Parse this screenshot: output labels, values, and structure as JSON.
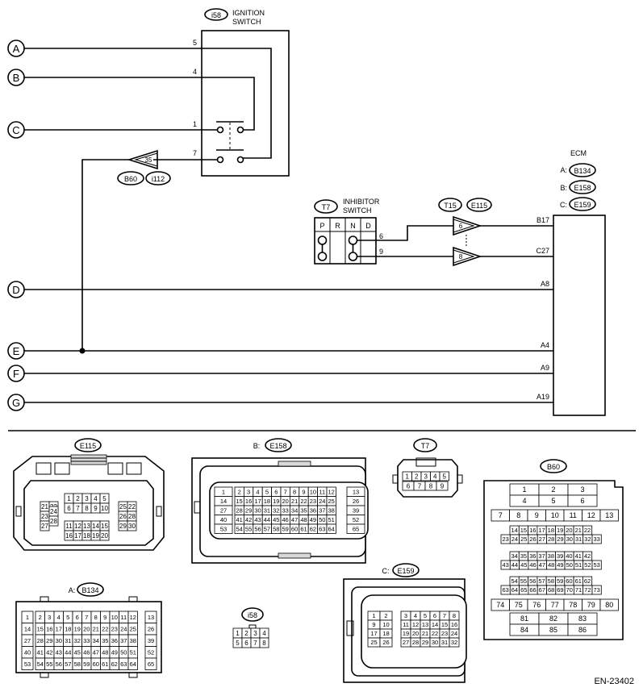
{
  "terminals": [
    "A",
    "B",
    "C",
    "D",
    "E",
    "F",
    "G"
  ],
  "ignition": {
    "code": "i58",
    "name1": "IGNITION",
    "name2": "SWITCH",
    "pins": [
      "5",
      "4",
      "1",
      "7"
    ]
  },
  "connector35": {
    "pin": "35",
    "codes": [
      "B60",
      "i112"
    ]
  },
  "inhibitor": {
    "code": "T7",
    "name1": "INHIBITOR",
    "name2": "SWITCH",
    "positions": [
      "P",
      "R",
      "N",
      "D"
    ],
    "pins": [
      "6",
      "9"
    ]
  },
  "t15": {
    "codes": [
      "T15",
      "E115"
    ],
    "pins": [
      "6",
      "8"
    ]
  },
  "ecm": {
    "title": "ECM",
    "rows": [
      {
        "prefix": "A:",
        "code": "B134"
      },
      {
        "prefix": "B:",
        "code": "E158"
      },
      {
        "prefix": "C:",
        "code": "E159"
      }
    ],
    "pins": [
      "B17",
      "C27",
      "A8",
      "A4",
      "A9",
      "A19"
    ]
  },
  "connectors": {
    "e115": {
      "title": "E115",
      "top": [
        "1",
        "2",
        "3",
        "4",
        "5"
      ],
      "mid": [
        "6",
        "7",
        "8",
        "9",
        "10"
      ],
      "left": [
        "21",
        "22",
        "23",
        "24",
        "27",
        "28"
      ],
      "right": [
        "25",
        "22",
        "26",
        "28",
        "29",
        "30"
      ],
      "bottom": [
        "11",
        "12",
        "13",
        "14",
        "15",
        "16",
        "17",
        "18",
        "19",
        "20"
      ]
    },
    "e158": {
      "prefix": "B:",
      "title": "E158",
      "r1": [
        "1",
        "2",
        "3",
        "4",
        "5",
        "6",
        "7",
        "8",
        "9",
        "10",
        "11",
        "12",
        "13"
      ],
      "r2": [
        "14",
        "15",
        "16",
        "17",
        "18",
        "19",
        "20",
        "21",
        "22",
        "23",
        "24",
        "25",
        "26"
      ],
      "r3": [
        "27",
        "28",
        "29",
        "30",
        "31",
        "32",
        "33",
        "34",
        "35",
        "36",
        "37",
        "38",
        "39"
      ],
      "r4": [
        "40",
        "41",
        "42",
        "43",
        "44",
        "45",
        "46",
        "47",
        "48",
        "49",
        "50",
        "51",
        "52"
      ],
      "r5": [
        "53",
        "54",
        "55",
        "56",
        "57",
        "58",
        "59",
        "60",
        "61",
        "62",
        "63",
        "64",
        "65"
      ]
    },
    "t7": {
      "title": "T7",
      "r1": [
        "1",
        "2",
        "3",
        "4",
        "5"
      ],
      "r2": [
        "6",
        "7",
        "8",
        "9"
      ]
    },
    "b60": {
      "title": "B60",
      "r1": [
        "1",
        "2",
        "3"
      ],
      "r2": [
        "4",
        "5",
        "6"
      ],
      "r3": [
        "7",
        "8",
        "9",
        "10",
        "11",
        "12",
        "13"
      ],
      "r4": [
        "14",
        "15",
        "16",
        "17",
        "18",
        "19",
        "20",
        "21",
        "22"
      ],
      "r5": [
        "23",
        "24",
        "25",
        "26",
        "27",
        "28",
        "29",
        "30",
        "31",
        "32",
        "33"
      ],
      "r6": [
        "34",
        "35",
        "36",
        "37",
        "38",
        "39",
        "40",
        "41",
        "42"
      ],
      "r7": [
        "43",
        "44",
        "45",
        "46",
        "47",
        "48",
        "49",
        "50",
        "51",
        "52",
        "53"
      ],
      "r8": [
        "54",
        "55",
        "56",
        "57",
        "58",
        "59",
        "60",
        "61",
        "62"
      ],
      "r9": [
        "63",
        "64",
        "65",
        "66",
        "67",
        "68",
        "69",
        "70",
        "71",
        "72",
        "73"
      ],
      "r10": [
        "74",
        "75",
        "76",
        "77",
        "78",
        "79",
        "80"
      ],
      "r11": [
        "81",
        "82",
        "83"
      ],
      "r12": [
        "84",
        "85",
        "86"
      ]
    },
    "b134": {
      "prefix": "A:",
      "title": "B134"
    },
    "i58": {
      "title": "i58",
      "r1": [
        "1",
        "2",
        "3",
        "4"
      ],
      "r2": [
        "5",
        "6",
        "7",
        "8"
      ]
    },
    "e159": {
      "prefix": "C:",
      "title": "E159",
      "r1": [
        "1",
        "2",
        "3",
        "4",
        "5",
        "6",
        "7",
        "8"
      ],
      "r2": [
        "9",
        "10",
        "11",
        "12",
        "13",
        "14",
        "15",
        "16"
      ],
      "r3": [
        "17",
        "18",
        "19",
        "20",
        "21",
        "22",
        "23",
        "24"
      ],
      "r4": [
        "25",
        "26",
        "27",
        "28",
        "29",
        "30",
        "31",
        "32"
      ]
    }
  },
  "footer": "EN-23402"
}
